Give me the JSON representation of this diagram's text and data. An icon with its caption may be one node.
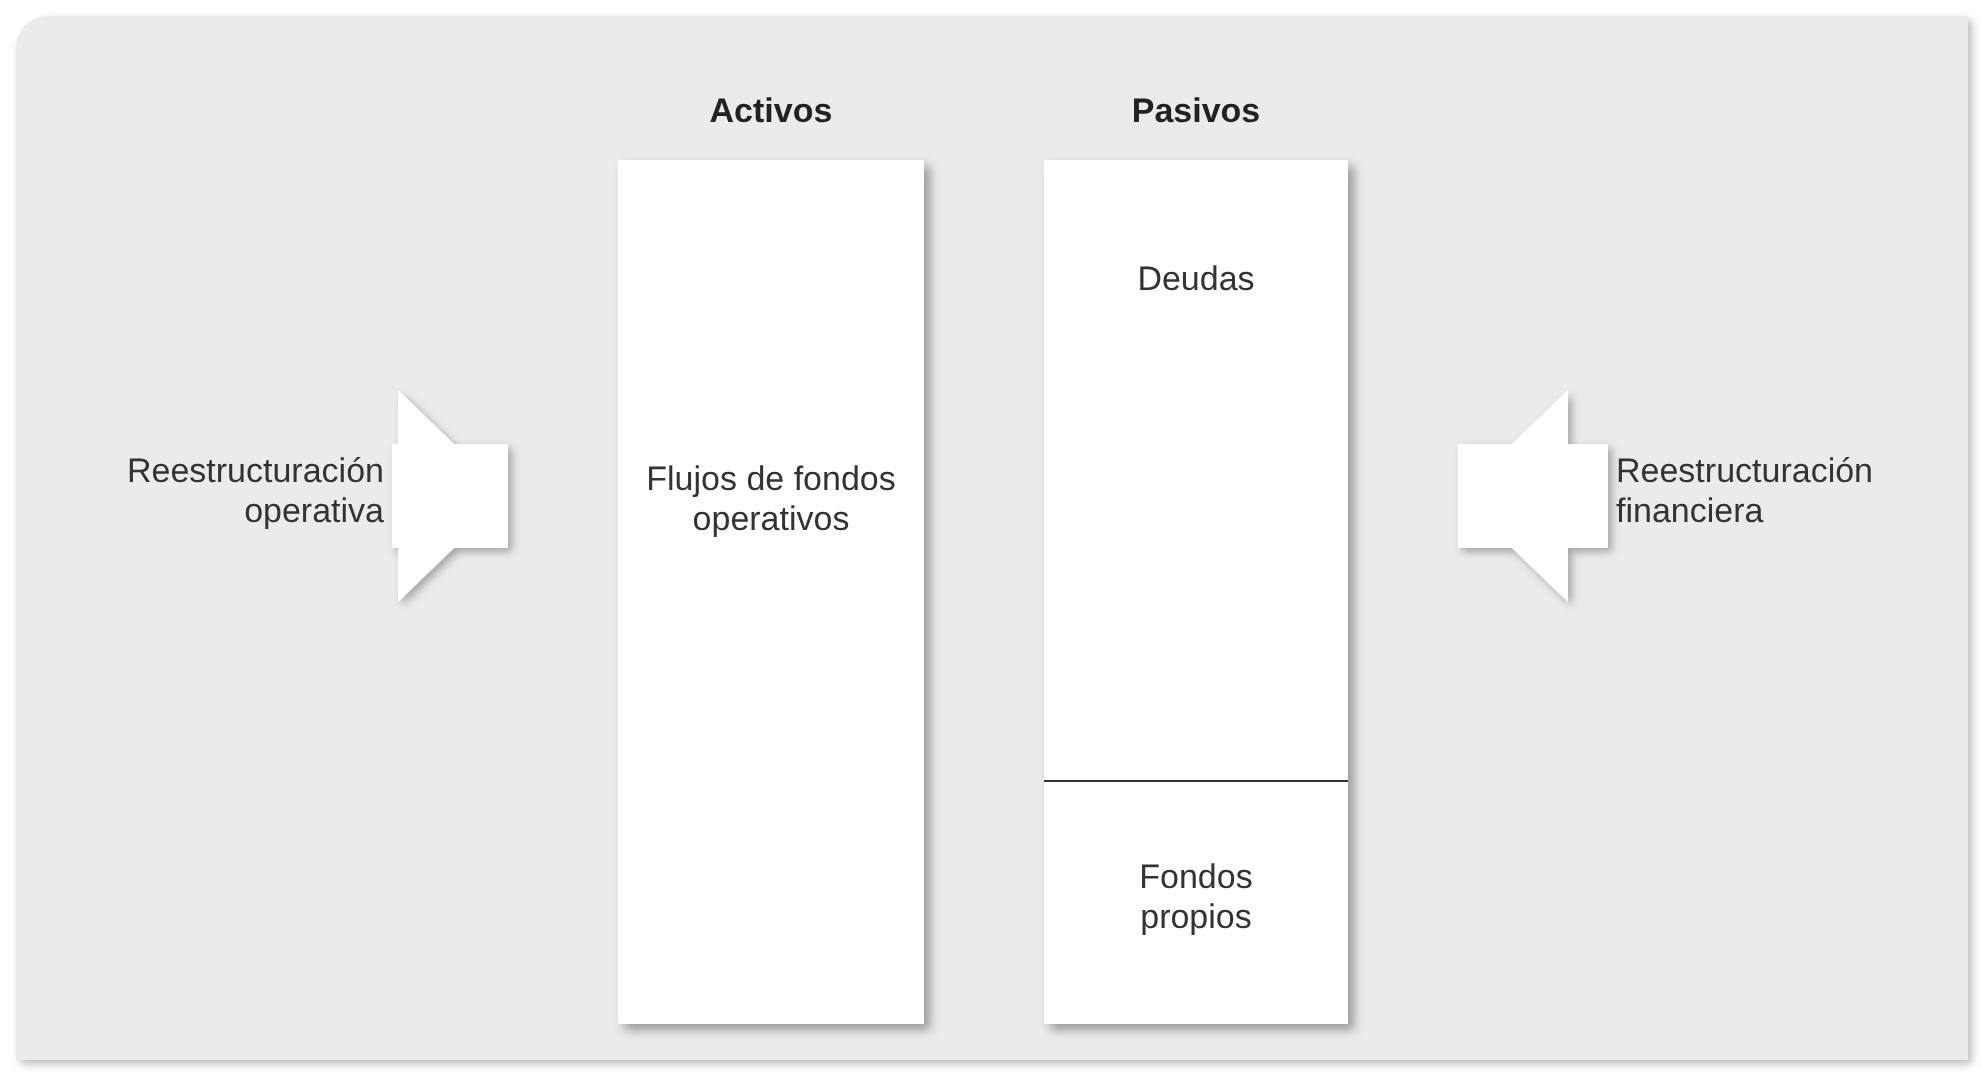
{
  "diagram": {
    "nodes": [
      {
        "text": [
          "Reestructuración operativa"
        ]
      },
      {
        "text": [
          "Activos",
          "Flujos de fondos operativos"
        ]
      },
      {
        "text": [
          "Pasivos"
        ]
      },
      {
        "text": [
          "Deudas"
        ],
        "in": 2
      },
      {
        "text": [
          "Fondos propios"
        ],
        "in": 2
      },
      {
        "text": [
          "Reestructuración financiera"
        ]
      }
    ],
    "edges": [
      {
        "from": 0,
        "to": 1,
        "arrow": "to"
      },
      {
        "from": 5,
        "to": 2,
        "arrow": "to"
      }
    ]
  }
}
